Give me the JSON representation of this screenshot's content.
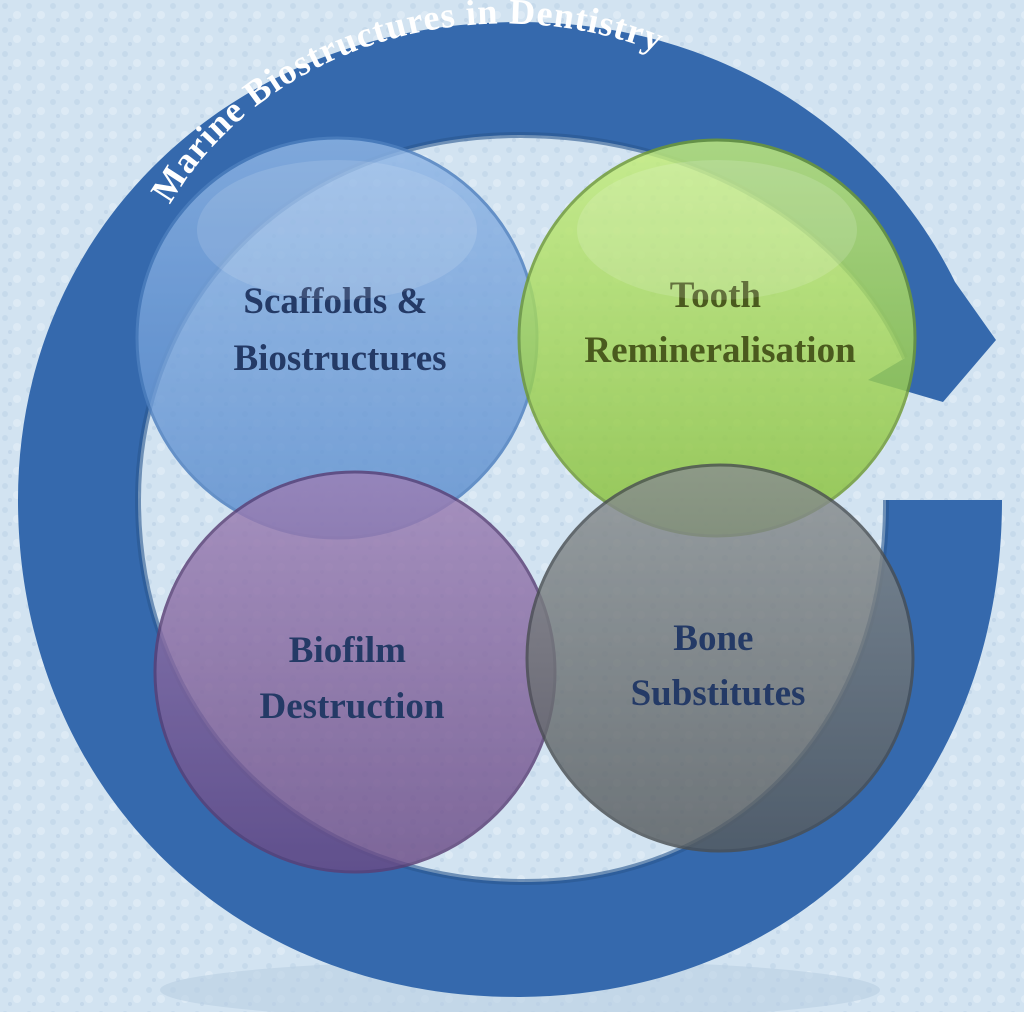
{
  "title": "Marine Biostructures in Dentistry",
  "colors": {
    "background": "#cfe0ef",
    "arrow": "#2f67a9",
    "arrow_dark": "#254f86",
    "label_dark": "#243a66",
    "label_olive": "#4a5a1e"
  },
  "circles": [
    {
      "id": "scaffolds",
      "lines": [
        "Scaffolds &",
        "Biostructures"
      ],
      "fill": "#6f9fd8",
      "text_color": "#243a66"
    },
    {
      "id": "tooth",
      "lines": [
        "Tooth",
        "Remineralisation"
      ],
      "fill": "#a6d95a",
      "text_color": "#4a5a1e"
    },
    {
      "id": "biofilm",
      "lines": [
        "Biofilm",
        "Destruction"
      ],
      "fill": "#7e5e99",
      "text_color": "#243a66"
    },
    {
      "id": "bone",
      "lines": [
        "Bone",
        "Substitutes"
      ],
      "fill": "#6a6f72",
      "text_color": "#243a66"
    }
  ]
}
